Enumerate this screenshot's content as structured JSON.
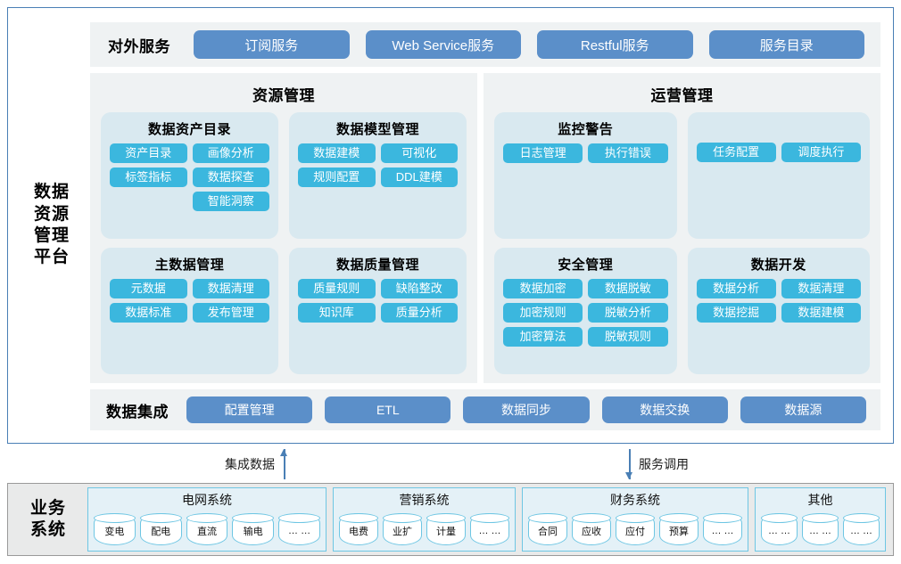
{
  "platform": {
    "title": "数据\n资源\n管理\n平台",
    "title_lines": [
      "数据",
      "资源",
      "管理",
      "平台"
    ],
    "external_services": {
      "label": "对外服务",
      "items": [
        {
          "label": "订阅服务"
        },
        {
          "label": "Web Service服务"
        },
        {
          "label": "Restful服务"
        },
        {
          "label": "服务目录"
        }
      ]
    },
    "resource_management": {
      "title": "资源管理",
      "groups": [
        {
          "title": "数据资产目录",
          "chips": [
            "资产目录",
            "画像分析",
            "标签指标",
            "数据探查",
            "智能洞察"
          ]
        },
        {
          "title": "数据模型管理",
          "chips": [
            "数据建模",
            "可视化",
            "规则配置",
            "DDL建模"
          ]
        },
        {
          "title": "主数据管理",
          "chips": [
            "元数据",
            "数据清理",
            "数据标准",
            "发布管理"
          ]
        },
        {
          "title": "数据质量管理",
          "chips": [
            "质量规则",
            "缺陷整改",
            "知识库",
            "质量分析"
          ]
        }
      ]
    },
    "operation_management": {
      "title": "运营管理",
      "groups": [
        {
          "title": "监控警告",
          "chips": [
            "日志管理",
            "执行错误"
          ]
        },
        {
          "title": "",
          "chips": [
            "任务配置",
            "调度执行"
          ]
        },
        {
          "title": "安全管理",
          "chips": [
            "数据加密",
            "数据脱敏",
            "加密规则",
            "脱敏分析",
            "加密算法",
            "脱敏规则"
          ]
        },
        {
          "title": "数据开发",
          "chips": [
            "数据分析",
            "数据清理",
            "数据挖掘",
            "数据建模"
          ]
        }
      ]
    },
    "data_integration": {
      "label": "数据集成",
      "items": [
        {
          "label": "配置管理"
        },
        {
          "label": "ETL"
        },
        {
          "label": "数据同步"
        },
        {
          "label": "数据交换"
        },
        {
          "label": "数据源"
        }
      ]
    }
  },
  "connectors": [
    {
      "label": "集成数据",
      "direction": "up"
    },
    {
      "label": "服务调用",
      "direction": "down"
    }
  ],
  "business_systems": {
    "title_lines": [
      "业务",
      "系统"
    ],
    "groups": [
      {
        "title": "电网系统",
        "items": [
          "变电",
          "配电",
          "直流",
          "输电",
          "… …"
        ]
      },
      {
        "title": "营销系统",
        "items": [
          "电费",
          "业扩",
          "计量",
          "… …"
        ]
      },
      {
        "title": "财务系统",
        "items": [
          "合同",
          "应收",
          "应付",
          "预算",
          "… …"
        ]
      },
      {
        "title": "其他",
        "items": [
          "… …",
          "… …",
          "… …"
        ]
      }
    ]
  },
  "colors": {
    "frame_border": "#4a7fb5",
    "band_background": "#eff2f3",
    "pill_blue": "#5b8fc9",
    "chip_blue": "#3bb7de",
    "subbox_blue": "#d9e9f0",
    "biz_panel_background": "#e9eaea",
    "biz_group_border": "#6ec6e3",
    "biz_group_background": "#e4f1f7",
    "arrow": "#4a7fb5"
  }
}
